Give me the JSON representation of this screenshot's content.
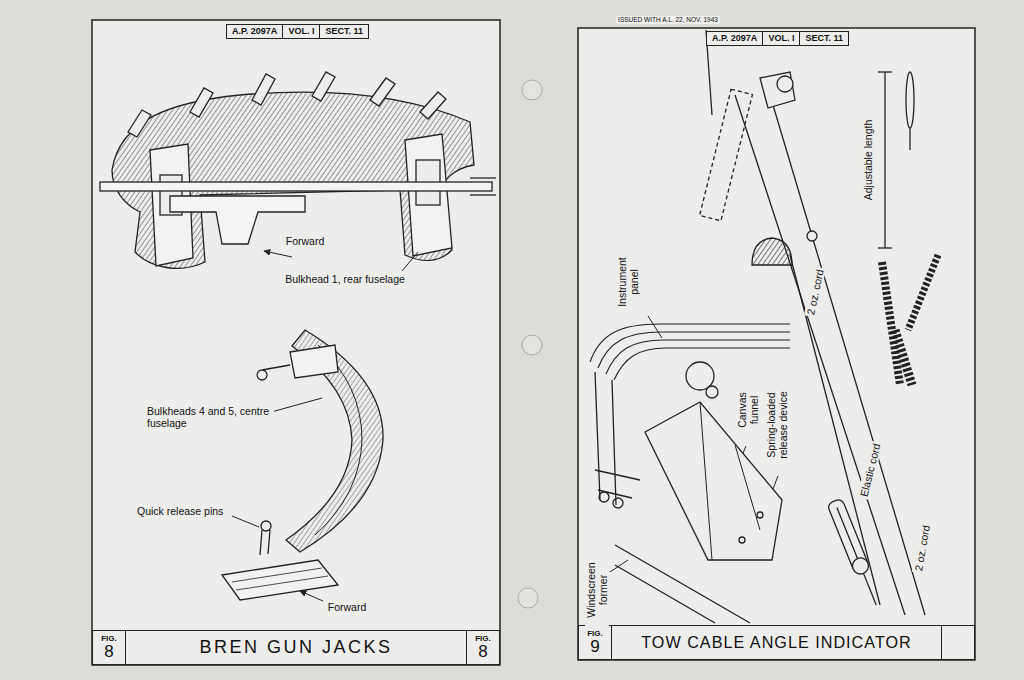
{
  "diagram": {
    "nodes": [
      {
        "text": [
          "A.P. 2097A",
          "VOL. I",
          "SECT. 11"
        ]
      },
      {
        "text": [
          "FIG.",
          "8",
          "BREN GUN JACKS",
          "FIG.",
          "8"
        ]
      },
      {
        "text": [
          "A.P. 2097A",
          "VOL. I",
          "SECT. 11"
        ]
      },
      {
        "text": [
          "FIG.",
          "9",
          "TOW CABLE ANGLE INDICATOR"
        ]
      }
    ],
    "labels": [
      "ISSUED WITH A.L. 22, NOV. 1943",
      "Forward",
      "Bulkhead 1, rear fuselage",
      "Bulkheads 4 and 5, centre fuselage",
      "Quick release pins",
      "Forward",
      "Instrument panel",
      "Canvas funnel",
      "Spring-loaded release device",
      "Windscreen former",
      "2 oz. cord",
      "Adjustable length",
      "Elastic cord",
      "2 oz. cord"
    ]
  }
}
